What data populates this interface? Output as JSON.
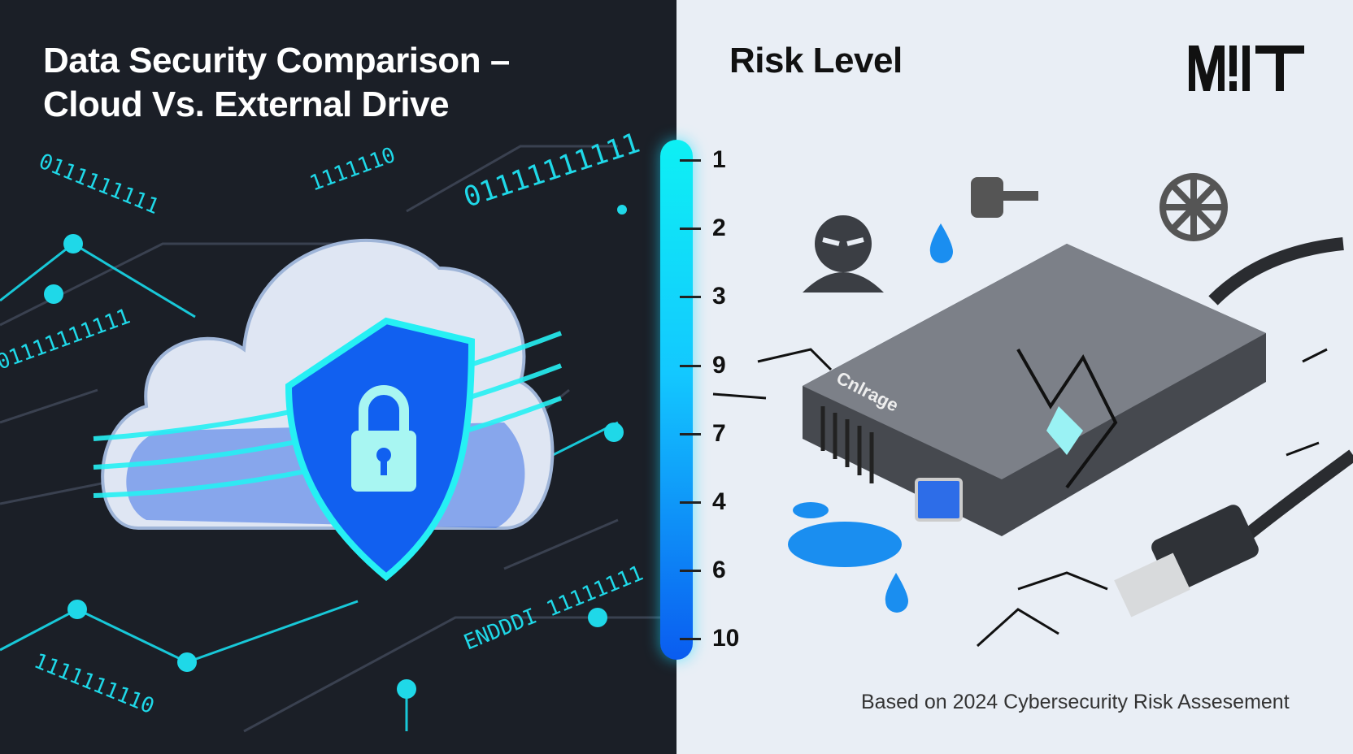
{
  "title_line1": "Data Security Comparison –",
  "title_line2": "Cloud Vs. External Drive",
  "risk_heading": "Risk Level",
  "logo_text": "MIIT",
  "scale_labels": [
    "1",
    "2",
    "3",
    "9",
    "7",
    "4",
    "6",
    "10"
  ],
  "drive_brand": "Cnlrage",
  "binary_text": [
    "0111111111",
    "1111110",
    "01111111111",
    "01111111111",
    "1111111110",
    "ENDDDI 11111111"
  ],
  "footer": "Based on 2024 Cybersecurity Risk Assesement",
  "colors": {
    "left_bg": "#1b1f27",
    "right_bg": "#e9eef5",
    "accent_cyan": "#14e4f4",
    "accent_blue": "#1457f0",
    "drive_gray": "#5d6168"
  },
  "icons": [
    "cloud-icon",
    "shield-lock-icon",
    "hacker-icon",
    "water-drop-icon",
    "key-icon",
    "fan-icon",
    "external-drive-icon",
    "usb-cable-icon"
  ]
}
